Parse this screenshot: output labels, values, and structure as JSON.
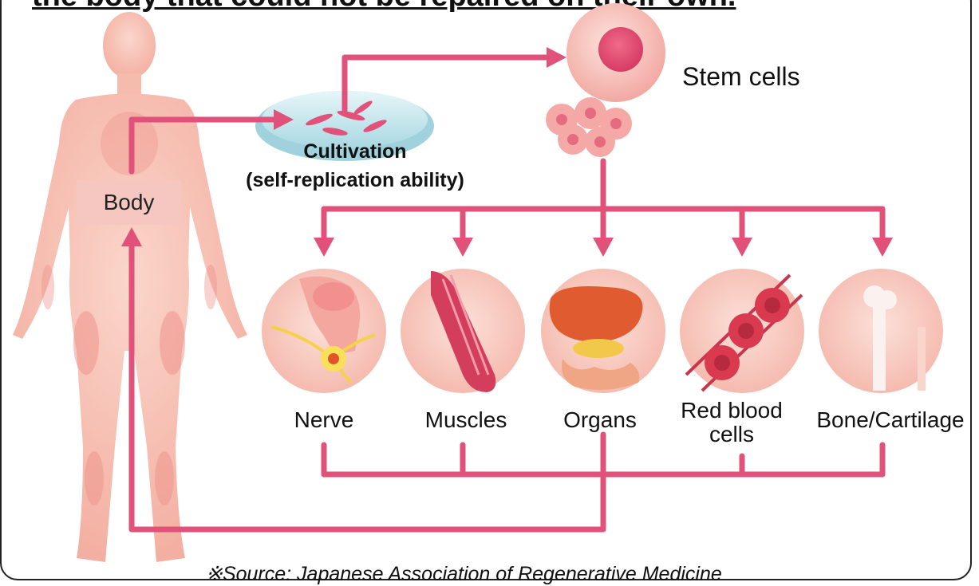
{
  "heading": "the body that could not be repaired on their own.",
  "labels": {
    "body": "Body",
    "cultivation_title": "Cultivation",
    "cultivation_sub": "(self-replication ability)",
    "stem_cells": "Stem cells"
  },
  "cells": [
    {
      "label": "Nerve",
      "icon": "nerve-icon"
    },
    {
      "label": "Muscles",
      "icon": "muscle-icon"
    },
    {
      "label": "Organs",
      "icon": "organs-icon"
    },
    {
      "label": "Red blood cells",
      "icon": "red-blood-cells-icon"
    },
    {
      "label": "Bone/Cartilage",
      "icon": "bone-icon"
    }
  ],
  "source": "※Source: Japanese Association of Regenerative Medicine",
  "colors": {
    "arrow": "#e0527a",
    "skin": "#f7c1b4",
    "skin_accent": "#ee8e88",
    "dish": "#bfe3ea",
    "cell_bg": "#f8c8c0"
  }
}
